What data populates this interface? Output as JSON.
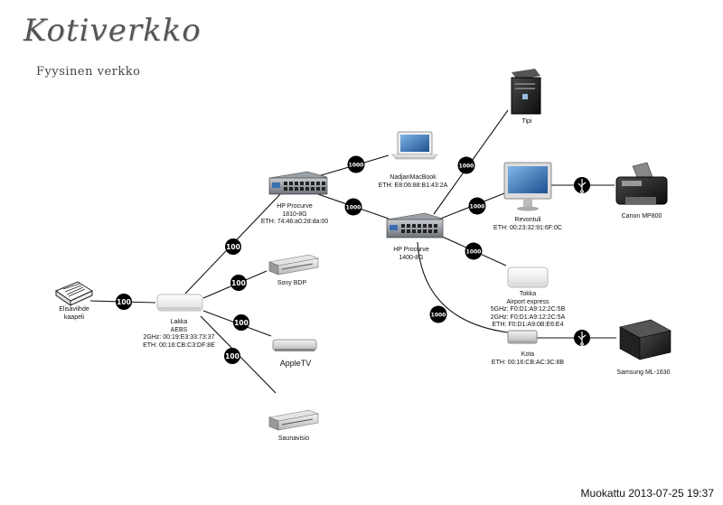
{
  "title": "Kotiverkko",
  "subtitle": "Fyysinen verkko",
  "footer": "Muokattu 2013-07-25 19:37",
  "icons": {
    "switch": "network-switch-icon",
    "router": "wireless-router-icon",
    "laptop": "laptop-icon",
    "server": "tower-server-icon",
    "monitor": "imac-icon",
    "printer": "inkjet-printer-icon",
    "laser": "laser-printer-icon",
    "usb": "usb-icon",
    "media": "media-player-icon",
    "wallplate": "ethernet-wall-socket-icon"
  },
  "devices": {
    "elisa": {
      "lines": [
        "Elisaviihde",
        "kaapeli"
      ]
    },
    "lakka": {
      "lines": [
        "Lakka",
        "AEBS",
        "2GHz: 00:19:E3:33:73:37",
        "ETH: 00:16:CB:C3:DF:8E"
      ]
    },
    "hp1810": {
      "lines": [
        "HP Procurve",
        "1810-8G",
        "ETH: 74:46:a0:2d:da:00"
      ]
    },
    "hp1400": {
      "lines": [
        "HP Procurve",
        "1400-8G"
      ]
    },
    "macbook": {
      "lines": [
        "NadjanMacBook",
        "ETH: E8:06:88:B1:43:2A"
      ]
    },
    "tipi": {
      "lines": [
        "Tipi"
      ]
    },
    "revontuli": {
      "lines": [
        "Revontuli",
        "ETH: 00:23:32:91:6F:0C"
      ]
    },
    "canon": {
      "lines": [
        "Canon MP800"
      ]
    },
    "tokka": {
      "lines": [
        "Tokka",
        "Airport express",
        "5GHz: F0:D1:A9:12:2C:5B",
        "2GHz: F0:D1:A9:12:2C:5A",
        "ETH: F0:D1:A9:0B:E6:E4"
      ]
    },
    "kota": {
      "lines": [
        "Kota",
        "ETH: 00:16:CB:AC:3C:8B"
      ]
    },
    "samsung": {
      "lines": [
        "Samsung ML-1630"
      ]
    },
    "sony": {
      "lines": [
        "Sony BDP"
      ]
    },
    "appletv": {
      "lines": [
        "AppleTV"
      ]
    },
    "saunavisio": {
      "lines": [
        "Saunavisio"
      ]
    }
  },
  "links": {
    "elisa_lakka": "100",
    "lakka_hp1810": "100",
    "lakka_sony": "100",
    "lakka_appletv": "100",
    "lakka_saunavisio": "100",
    "hp1810_macbook": "1000",
    "hp1810_hp1400": "1000",
    "hp1400_tipi": "1000",
    "hp1400_revontuli": "1000",
    "hp1400_tokka": "1000",
    "hp1400_kota": "1000"
  }
}
